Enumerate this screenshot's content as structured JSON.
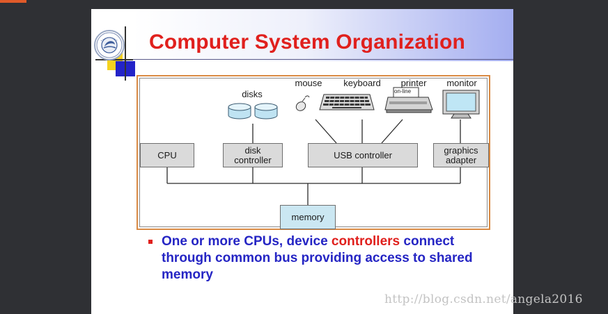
{
  "slide": {
    "title": "Computer System Organization"
  },
  "diagram": {
    "boxes": {
      "cpu": "CPU",
      "disk_controller": "disk\ncontroller",
      "usb_controller": "USB controller",
      "graphics_adapter": "graphics\nadapter",
      "memory": "memory"
    },
    "devices": {
      "disks": "disks",
      "mouse": "mouse",
      "keyboard": "keyboard",
      "printer": "printer",
      "printer_panel": "on-line",
      "monitor": "monitor"
    }
  },
  "bullet": {
    "text_part1": "One or more CPUs, device ",
    "highlight": "controllers",
    "text_part2": " connect through common bus providing access to shared memory"
  },
  "watermark": "http://blog.csdn.net/angela2016",
  "colors": {
    "title_red": "#e0201d",
    "bullet_blue": "#2525c4",
    "frame_orange": "#d98a44",
    "memory_box": "#cbe7f2",
    "background_dark": "#2f3034"
  }
}
